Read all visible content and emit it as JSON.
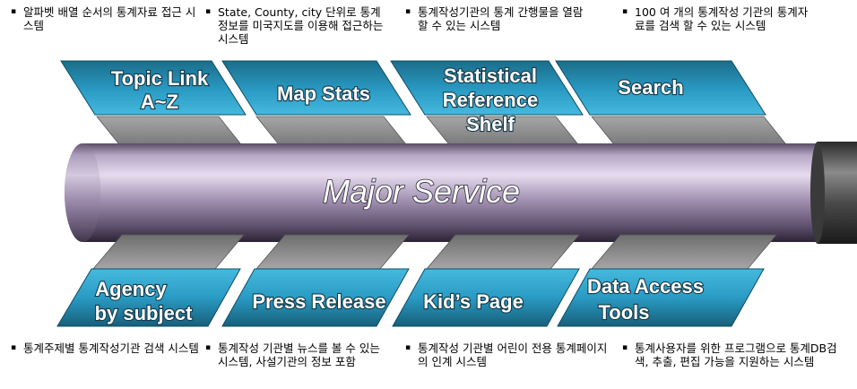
{
  "center": {
    "title": "Major Service"
  },
  "top_descriptions": [
    "알파벳 배열 순서의 통계자료 접근 시스템",
    "State, County, city 단위로 통계정보를 미국지도를 이용해 접근하는 시스템",
    "통계작성기관의 통계 간행물을 열람 할 수 있는 시스템",
    "100 여 개의 통계작성 기관의 통계자료를 검색 할 수 있는 시스템"
  ],
  "top_services": [
    {
      "line1": "Topic Link",
      "line2": "A~Z",
      "line3": ""
    },
    {
      "line1": "Map Stats",
      "line2": "",
      "line3": ""
    },
    {
      "line1": "Statistical",
      "line2": "Reference",
      "line3": "Shelf"
    },
    {
      "line1": "Search",
      "line2": "",
      "line3": ""
    }
  ],
  "bottom_services": [
    {
      "line1": "Agency",
      "line2": "by subject"
    },
    {
      "line1": "Press Release",
      "line2": ""
    },
    {
      "line1": "Kid’s Page",
      "line2": ""
    },
    {
      "line1": "Data Access",
      "line2": "Tools"
    }
  ],
  "bottom_descriptions": [
    "통계주제별 통계작성기관 검색 시스템",
    "통계작성 기관별 뉴스를 볼 수 있는 시스템, 사설기관의 정보 포함",
    "통계작성 기관별 어린이 전용 통계페이지의 인계 시스템",
    "통계사용자를 위한 프로그램으로 통계DB검색, 추출, 편집 가능을 지원하는 시스템"
  ],
  "colors": {
    "panel_light": "#3fb3d6",
    "panel_dark": "#1a6f8c",
    "fin_gray": "#8a8a8a",
    "cylinder": "#9a8aaa",
    "cap": "#5a5a5a"
  }
}
